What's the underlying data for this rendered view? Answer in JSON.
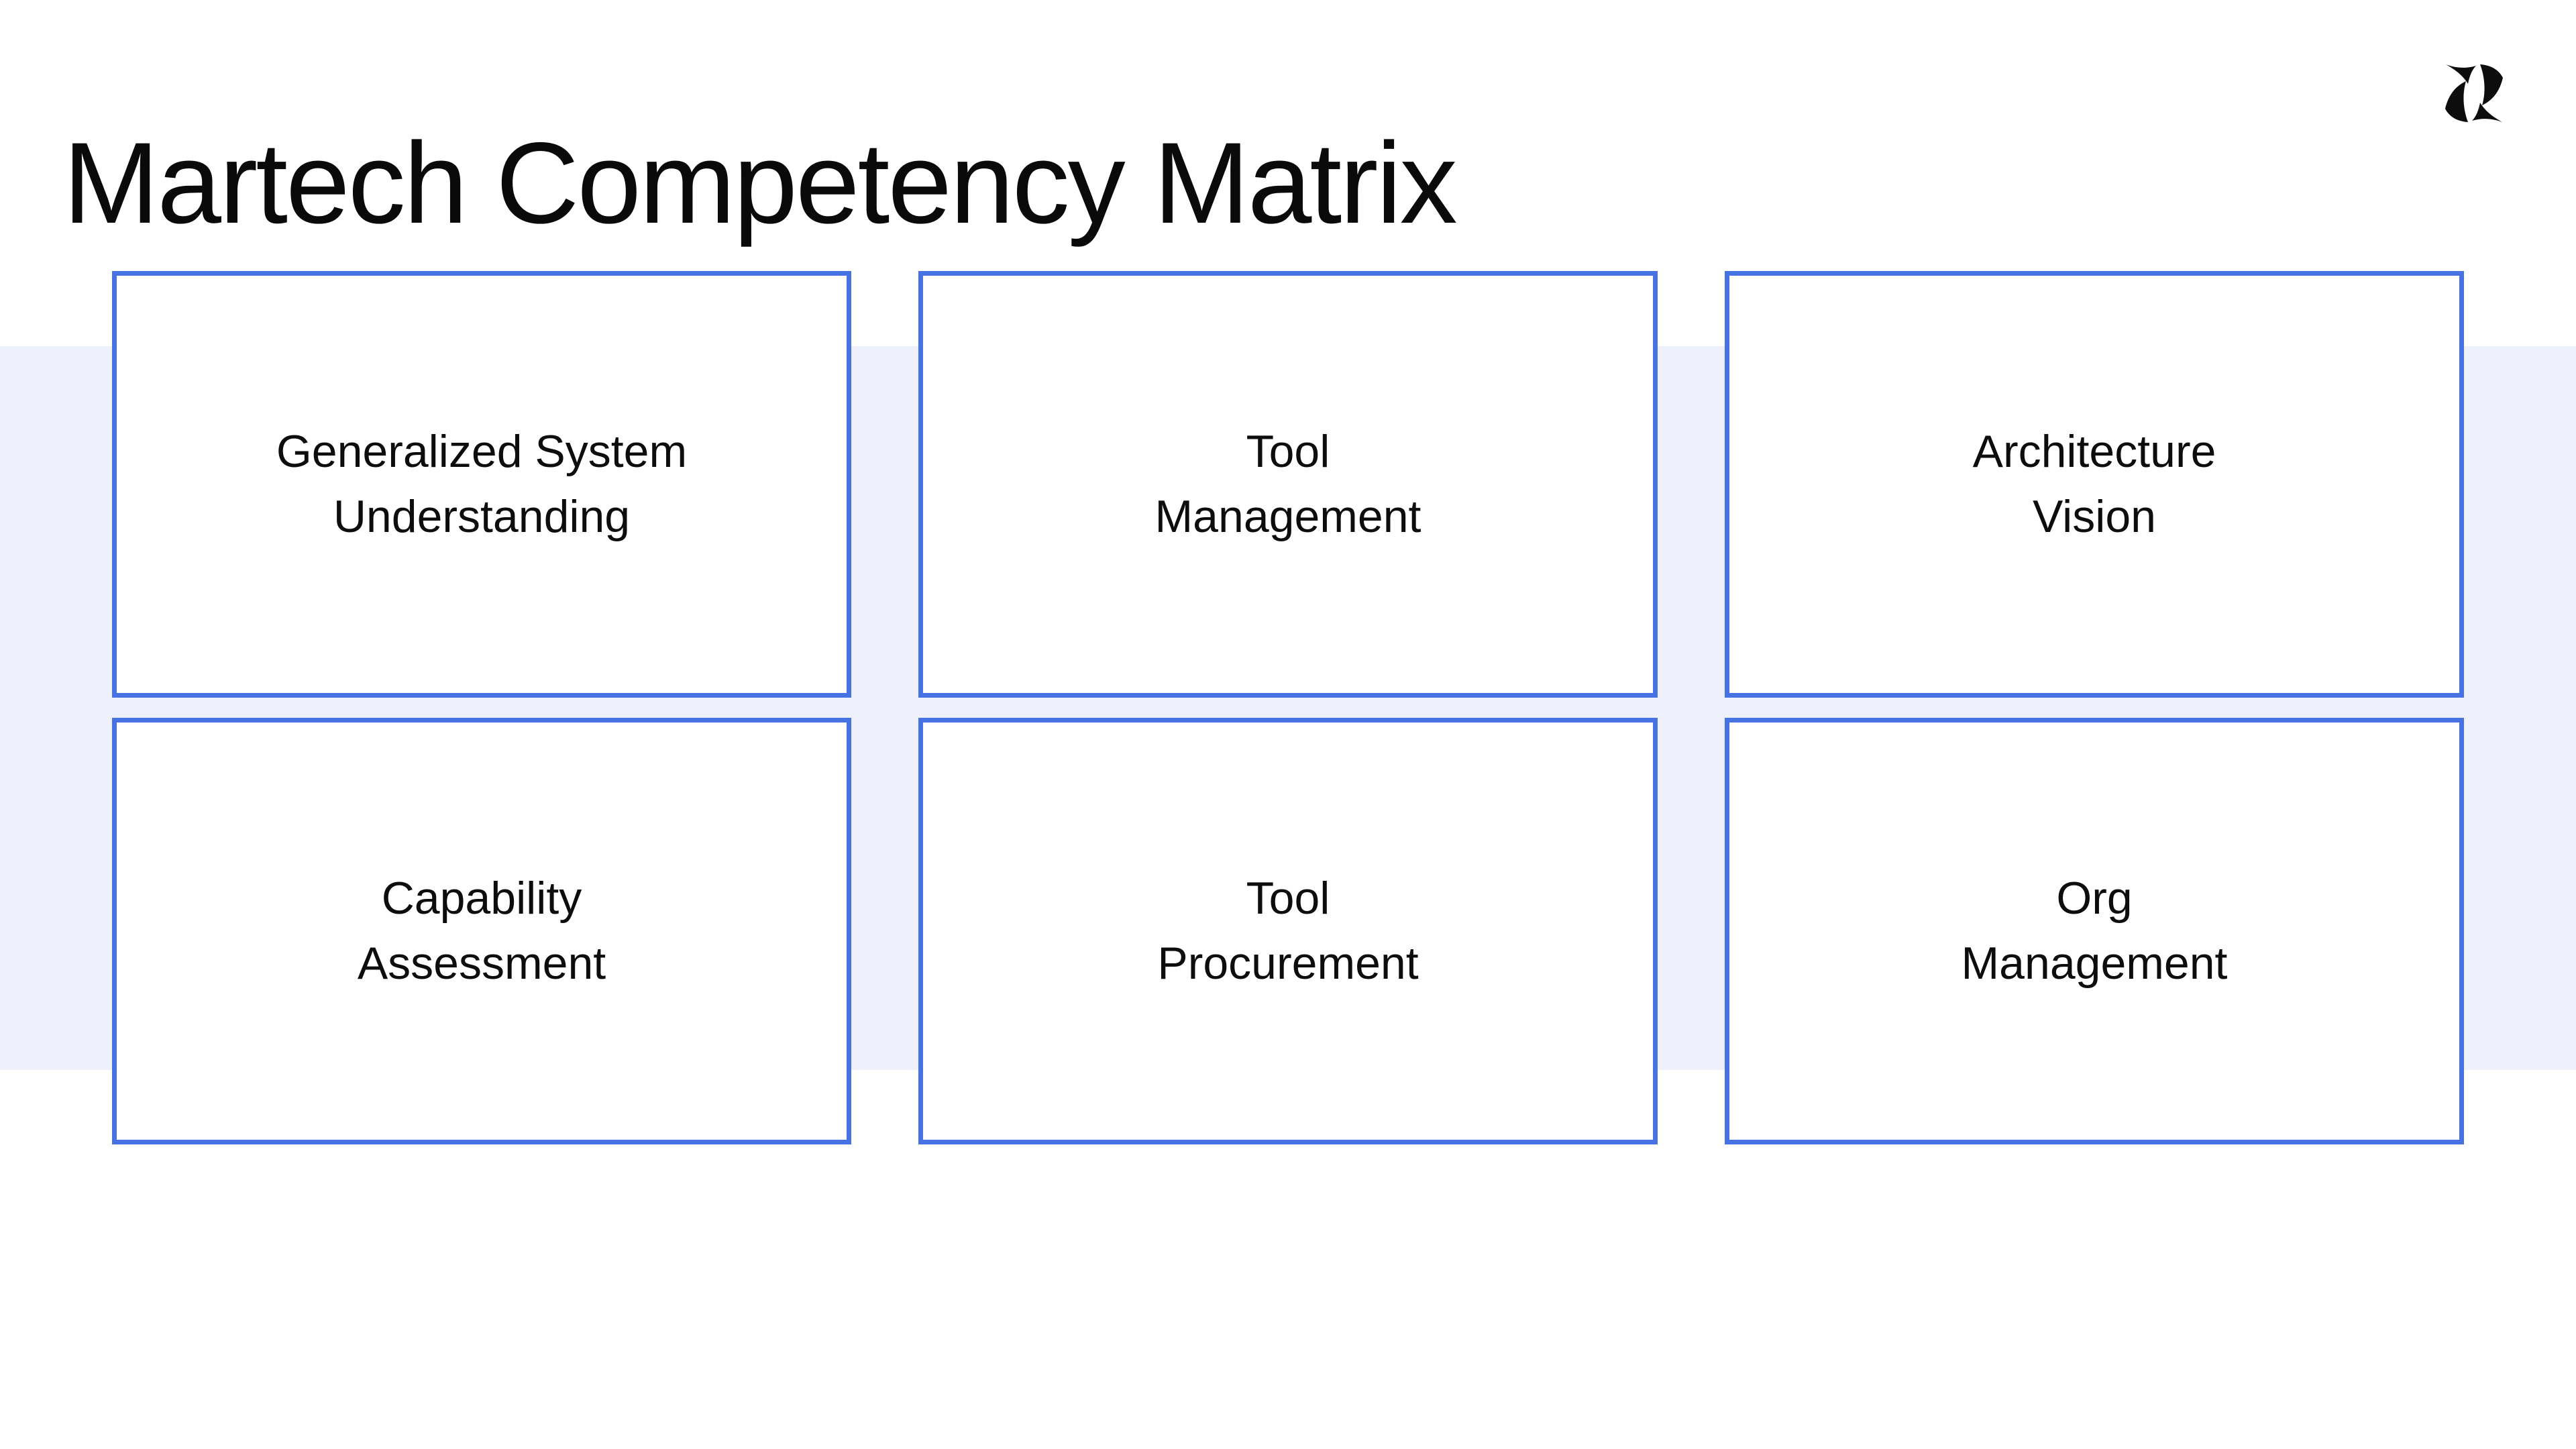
{
  "header": {
    "title": "Martech Competency Matrix"
  },
  "logo": {
    "name": "pinwheel-logo",
    "color": "#0d0d0d"
  },
  "matrix": {
    "cells": [
      {
        "line1": "Generalized System",
        "line2": "Understanding"
      },
      {
        "line1": "Tool",
        "line2": "Management"
      },
      {
        "line1": "Architecture",
        "line2": "Vision"
      },
      {
        "line1": "Capability",
        "line2": "Assessment"
      },
      {
        "line1": "Tool",
        "line2": "Procurement"
      },
      {
        "line1": "Org",
        "line2": "Management"
      }
    ]
  },
  "colors": {
    "background": "#ffffff",
    "band": "#eef0fb",
    "box_border": "#4672e3",
    "box_fill": "#ffffff",
    "text": "#0d0d0d",
    "title_text": "#0a0a0a"
  }
}
